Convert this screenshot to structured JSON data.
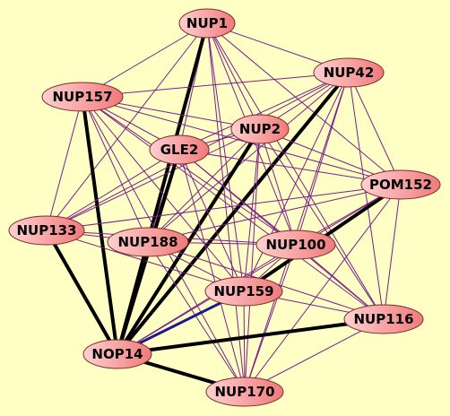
{
  "colors": {
    "background": "#fffec4",
    "node_fill_light": "#ffd0d0",
    "node_fill_dark": "#f07a7a",
    "node_stroke": "#7a2a2a",
    "edge_thin": "#7b1f8a",
    "edge_thick": "#000000",
    "edge_blue": "#1a1a8c"
  },
  "nodes": [
    {
      "id": "NUP1",
      "label": "NUP1"
    },
    {
      "id": "NUP42",
      "label": "NUP42"
    },
    {
      "id": "NUP157",
      "label": "NUP157"
    },
    {
      "id": "NUP2",
      "label": "NUP2"
    },
    {
      "id": "GLE2",
      "label": "GLE2"
    },
    {
      "id": "POM152",
      "label": "POM152"
    },
    {
      "id": "NUP133",
      "label": "NUP133"
    },
    {
      "id": "NUP188",
      "label": "NUP188"
    },
    {
      "id": "NUP100",
      "label": "NUP100"
    },
    {
      "id": "NUP159",
      "label": "NUP159"
    },
    {
      "id": "NUP116",
      "label": "NUP116"
    },
    {
      "id": "NOP14",
      "label": "NOP14"
    },
    {
      "id": "NUP170",
      "label": "NUP170"
    }
  ],
  "edges": [
    [
      "NUP1",
      "NUP42",
      "thin"
    ],
    [
      "NUP1",
      "NUP157",
      "thin"
    ],
    [
      "NUP1",
      "NUP2",
      "thin"
    ],
    [
      "NUP1",
      "GLE2",
      "thin"
    ],
    [
      "NUP1",
      "POM152",
      "thin"
    ],
    [
      "NUP1",
      "NUP133",
      "thin"
    ],
    [
      "NUP1",
      "NUP188",
      "thin"
    ],
    [
      "NUP1",
      "NUP100",
      "thin"
    ],
    [
      "NUP1",
      "NUP159",
      "thin"
    ],
    [
      "NUP1",
      "NUP116",
      "thin"
    ],
    [
      "NUP1",
      "NOP14",
      "thick"
    ],
    [
      "NUP1",
      "NUP170",
      "thin"
    ],
    [
      "NUP42",
      "NUP157",
      "thin"
    ],
    [
      "NUP42",
      "NUP2",
      "thin"
    ],
    [
      "NUP42",
      "GLE2",
      "thin"
    ],
    [
      "NUP42",
      "POM152",
      "thin"
    ],
    [
      "NUP42",
      "NUP133",
      "thin"
    ],
    [
      "NUP42",
      "NUP188",
      "thin"
    ],
    [
      "NUP42",
      "NUP100",
      "thin"
    ],
    [
      "NUP42",
      "NUP159",
      "thin"
    ],
    [
      "NUP42",
      "NUP116",
      "thin"
    ],
    [
      "NUP42",
      "NOP14",
      "thick"
    ],
    [
      "NUP42",
      "NUP170",
      "thin"
    ],
    [
      "NUP157",
      "NUP2",
      "thin"
    ],
    [
      "NUP157",
      "GLE2",
      "thin"
    ],
    [
      "NUP157",
      "POM152",
      "thin"
    ],
    [
      "NUP157",
      "NUP133",
      "thin"
    ],
    [
      "NUP157",
      "NUP188",
      "thin"
    ],
    [
      "NUP157",
      "NUP100",
      "thin"
    ],
    [
      "NUP157",
      "NUP159",
      "thin"
    ],
    [
      "NUP157",
      "NUP116",
      "thin"
    ],
    [
      "NUP157",
      "NOP14",
      "thick"
    ],
    [
      "NUP157",
      "NUP170",
      "thin"
    ],
    [
      "NUP2",
      "GLE2",
      "thin"
    ],
    [
      "NUP2",
      "POM152",
      "thin"
    ],
    [
      "NUP2",
      "NUP133",
      "thin"
    ],
    [
      "NUP2",
      "NUP188",
      "thin"
    ],
    [
      "NUP2",
      "NUP100",
      "thin"
    ],
    [
      "NUP2",
      "NUP159",
      "thin"
    ],
    [
      "NUP2",
      "NUP116",
      "thin"
    ],
    [
      "NUP2",
      "NOP14",
      "thick"
    ],
    [
      "NUP2",
      "NUP170",
      "thin"
    ],
    [
      "GLE2",
      "POM152",
      "thin"
    ],
    [
      "GLE2",
      "NUP133",
      "thin"
    ],
    [
      "GLE2",
      "NUP188",
      "thin"
    ],
    [
      "GLE2",
      "NUP100",
      "thin"
    ],
    [
      "GLE2",
      "NUP159",
      "thin"
    ],
    [
      "GLE2",
      "NUP116",
      "thin"
    ],
    [
      "GLE2",
      "NOP14",
      "thick"
    ],
    [
      "GLE2",
      "NUP170",
      "thin"
    ],
    [
      "POM152",
      "NUP133",
      "thin"
    ],
    [
      "POM152",
      "NUP188",
      "thin"
    ],
    [
      "POM152",
      "NUP100",
      "thin"
    ],
    [
      "POM152",
      "NUP159",
      "thick"
    ],
    [
      "POM152",
      "NUP116",
      "thin"
    ],
    [
      "POM152",
      "NOP14",
      "thin"
    ],
    [
      "POM152",
      "NUP170",
      "thin"
    ],
    [
      "NUP133",
      "NUP188",
      "thin"
    ],
    [
      "NUP133",
      "NUP100",
      "thin"
    ],
    [
      "NUP133",
      "NUP159",
      "thin"
    ],
    [
      "NUP133",
      "NOP14",
      "thick"
    ],
    [
      "NUP188",
      "NUP100",
      "thin"
    ],
    [
      "NUP188",
      "NUP159",
      "thin"
    ],
    [
      "NUP188",
      "NUP116",
      "thin"
    ],
    [
      "NUP188",
      "NOP14",
      "thick"
    ],
    [
      "NUP188",
      "NUP170",
      "thin"
    ],
    [
      "NUP100",
      "NUP159",
      "thin"
    ],
    [
      "NUP100",
      "NUP116",
      "thin"
    ],
    [
      "NUP100",
      "NOP14",
      "thin"
    ],
    [
      "NUP100",
      "NUP170",
      "thin"
    ],
    [
      "NUP159",
      "NUP116",
      "thin"
    ],
    [
      "NUP159",
      "NOP14",
      "blue"
    ],
    [
      "NUP159",
      "NUP170",
      "thin"
    ],
    [
      "NUP116",
      "NOP14",
      "thick"
    ],
    [
      "NUP116",
      "NUP170",
      "thin"
    ],
    [
      "NOP14",
      "NUP170",
      "thick"
    ]
  ]
}
